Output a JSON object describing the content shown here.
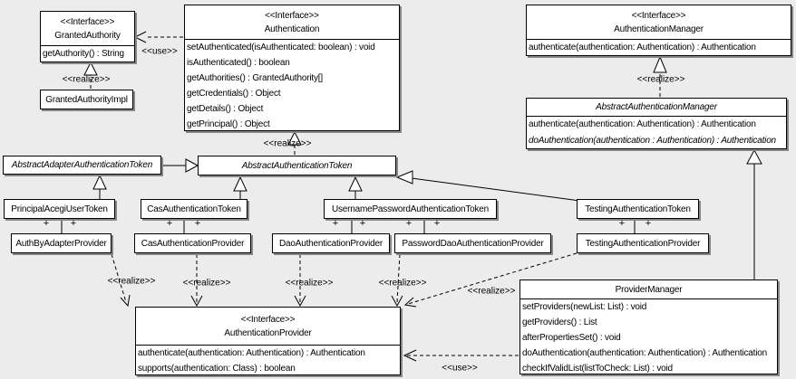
{
  "labels": {
    "interface": "<<Interface>>",
    "use": "<<use>>",
    "realize": "<<realize>>",
    "plus": "+"
  },
  "colors": {
    "background": "#ececec",
    "box_fill": "#ffffff",
    "line": "#000000",
    "shadow": "#878787"
  },
  "classes": {
    "granted_authority": {
      "stereotype": "<<Interface>>",
      "name": "GrantedAuthority",
      "methods": [
        "getAuthority() : String"
      ]
    },
    "granted_authority_impl": {
      "name": "GrantedAuthorityImpl"
    },
    "authentication": {
      "stereotype": "<<Interface>>",
      "name": "Authentication",
      "methods": [
        "setAuthenticated(isAuthenticated: boolean) : void",
        "isAuthenticated() : boolean",
        "getAuthorities() : GrantedAuthority[]",
        "getCredentials() : Object",
        "getDetails() : Object",
        "getPrincipal() : Object"
      ]
    },
    "authentication_manager": {
      "stereotype": "<<Interface>>",
      "name": "AuthenticationManager",
      "methods": [
        "authenticate(authentication: Authentication) : Authentication"
      ]
    },
    "abstract_authentication_manager": {
      "name": "AbstractAuthenticationManager",
      "methods": [
        "authenticate(authentication: Authentication) : Authentication",
        "doAuthentication(authentication : Authentication) : Authentication"
      ]
    },
    "abstract_adapter_authentication_token": {
      "name": "AbstractAdapterAuthenticationToken"
    },
    "abstract_authentication_token": {
      "name": "AbstractAuthenticationToken"
    },
    "principal_acegi_user_token": {
      "name": "PrincipalAcegiUserToken"
    },
    "cas_authentication_token": {
      "name": "CasAuthenticationToken"
    },
    "username_password_authentication_token": {
      "name": "UsernamePasswordAuthenticationToken"
    },
    "testing_authentication_token": {
      "name": "TestingAuthenticationToken"
    },
    "auth_by_adapter_provider": {
      "name": "AuthByAdapterProvider"
    },
    "cas_authentication_provider": {
      "name": "CasAuthenticationProvider"
    },
    "dao_authentication_provider": {
      "name": "DaoAuthenticationProvider"
    },
    "password_dao_authentication_provider": {
      "name": "PasswordDaoAuthenticationProvider"
    },
    "testing_authentication_provider": {
      "name": "TestingAuthenticationProvider"
    },
    "authentication_provider": {
      "stereotype": "<<Interface>>",
      "name": "AuthenticationProvider",
      "methods": [
        "authenticate(authentication: Authentication) : Authentication",
        "supports(authentication: Class) : boolean"
      ]
    },
    "provider_manager": {
      "name": "ProviderManager",
      "methods": [
        "setProviders(newList: List) : void",
        "getProviders() : List",
        "afterPropertiesSet() : void",
        "doAuthentication(authentication: Authentication) : Authentication",
        "checkIfValidList(listToCheck: List) : void"
      ]
    }
  }
}
